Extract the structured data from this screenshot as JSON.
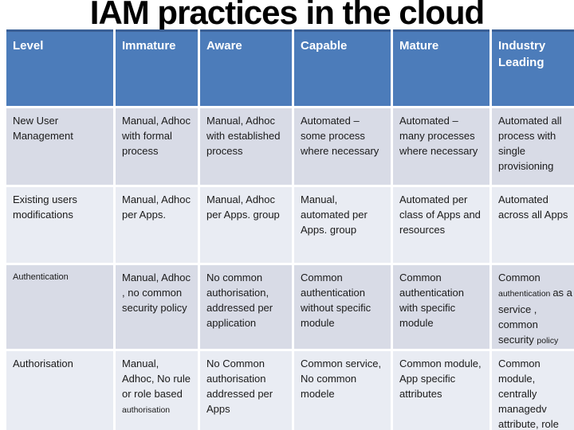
{
  "title": "IAM practices in the cloud",
  "colors": {
    "header_bg": "#4c7cba",
    "header_top_border": "#3a5f95",
    "row_band_dark": "#d8dbe6",
    "row_band_light": "#e9ecf3",
    "header_text": "#ffffff",
    "body_text": "#1a1a1a",
    "title_text": "#000000"
  },
  "table": {
    "headers": [
      "Level",
      "Immature",
      "Aware",
      "Capable",
      "Mature",
      "Industry Leading"
    ],
    "rows": [
      {
        "label": "New User Management",
        "immature": "Manual, Adhoc with formal process",
        "aware": "Manual, Adhoc with established process",
        "capable": "Automated – some process where necessary",
        "mature": "Automated – many processes where necessary",
        "industry_leading": "Automated all process with single provisioning"
      },
      {
        "label": "Existing users modifications",
        "immature": "Manual, Adhoc per Apps.",
        "aware": "Manual, Adhoc per Apps. group",
        "capable": "Manual, automated per Apps. group",
        "mature": "Automated per class of Apps and resources",
        "industry_leading": "Automated across all Apps"
      },
      {
        "label": "Authentication",
        "immature": "Manual, Adhoc , no common security policy",
        "aware": "No  common authorisation, addressed per application",
        "capable": "Common authentication without specific module",
        "mature": "Common authentication with specific module",
        "industry_leading_parts": {
          "p1": "Common ",
          "p2": "authentication ",
          "p3": "as a service , common security ",
          "p4": "policy"
        }
      },
      {
        "label": "Authorisation",
        "immature_parts": {
          "p1": "Manual, Adhoc, No rule or role based ",
          "p2": "authorisation"
        },
        "aware": "No Common authorisation addressed per Apps",
        "capable": "Common service, No common modele",
        "mature": "Common module, App specific attributes",
        "industry_leading": "Common module, centrally managedv attribute, role support"
      }
    ]
  }
}
